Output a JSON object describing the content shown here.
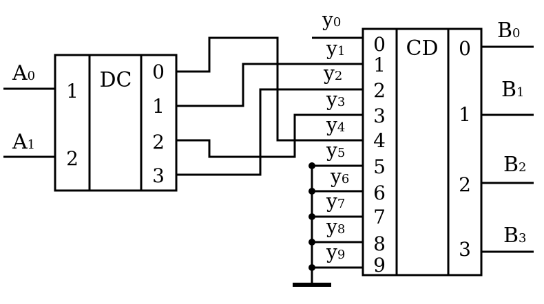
{
  "decoder": {
    "label": "DC",
    "inputs": [
      "1",
      "2"
    ],
    "outputs": [
      "0",
      "1",
      "2",
      "3"
    ]
  },
  "encoder": {
    "label": "CD",
    "inputs": [
      "0",
      "1",
      "2",
      "3",
      "4",
      "5",
      "6",
      "7",
      "8",
      "9"
    ],
    "outputs": [
      "0",
      "1",
      "2",
      "3"
    ]
  },
  "inputs": [
    {
      "base": "A",
      "sub": "0"
    },
    {
      "base": "A",
      "sub": "1"
    }
  ],
  "lines": [
    {
      "base": "y",
      "sub": "0"
    },
    {
      "base": "y",
      "sub": "1"
    },
    {
      "base": "y",
      "sub": "2"
    },
    {
      "base": "y",
      "sub": "3"
    },
    {
      "base": "y",
      "sub": "4"
    },
    {
      "base": "y",
      "sub": "5"
    },
    {
      "base": "y",
      "sub": "6"
    },
    {
      "base": "y",
      "sub": "7"
    },
    {
      "base": "y",
      "sub": "8"
    },
    {
      "base": "y",
      "sub": "9"
    }
  ],
  "outputs": [
    {
      "base": "B",
      "sub": "0"
    },
    {
      "base": "B",
      "sub": "1"
    },
    {
      "base": "B",
      "sub": "2"
    },
    {
      "base": "B",
      "sub": "3"
    }
  ]
}
